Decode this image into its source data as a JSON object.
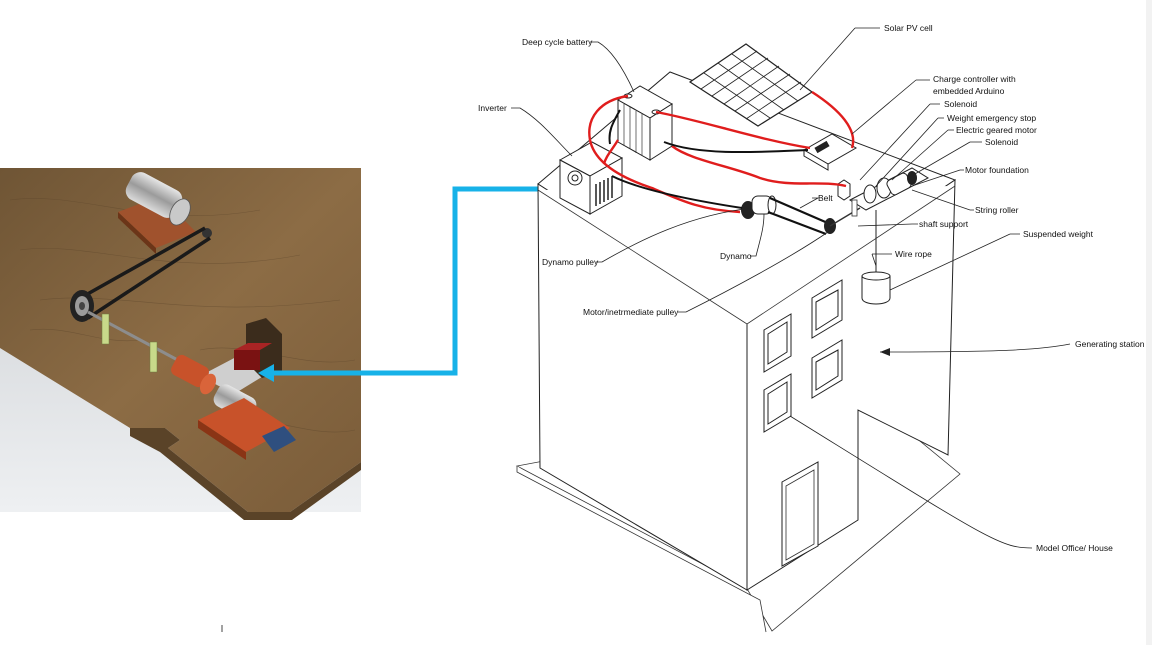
{
  "diagram": {
    "labels": {
      "solar_pv_cell": "Solar PV cell",
      "deep_cycle_battery": "Deep cycle battery",
      "charge_controller_line1": "Charge controller with",
      "charge_controller_line2": "embedded Arduino",
      "solenoid_top": "Solenoid",
      "weight_emergency_stop": "Weight emergency stop",
      "electric_geared_motor": "Electric geared motor",
      "solenoid_second": "Solenoid",
      "inverter": "Inverter",
      "motor_foundation": "Motor foundation",
      "belt": "Belt",
      "string_roller": "String roller",
      "shaft_support": "shaft support",
      "suspended_weight": "Suspended weight",
      "dynamo_pulley": "Dynamo pulley",
      "dynamo": "Dynamo",
      "wire_rope": "Wire rope",
      "motor_intermediate_pulley": "Motor/inetrmediate pulley",
      "generating_station": "Generating station",
      "model_office_house": "Model Office/ House"
    },
    "colors": {
      "connector": "#17b2e8",
      "wire": "#e01d1d",
      "cable": "#111111",
      "wood": "#8a6a43",
      "motor": "#c8522a"
    }
  }
}
